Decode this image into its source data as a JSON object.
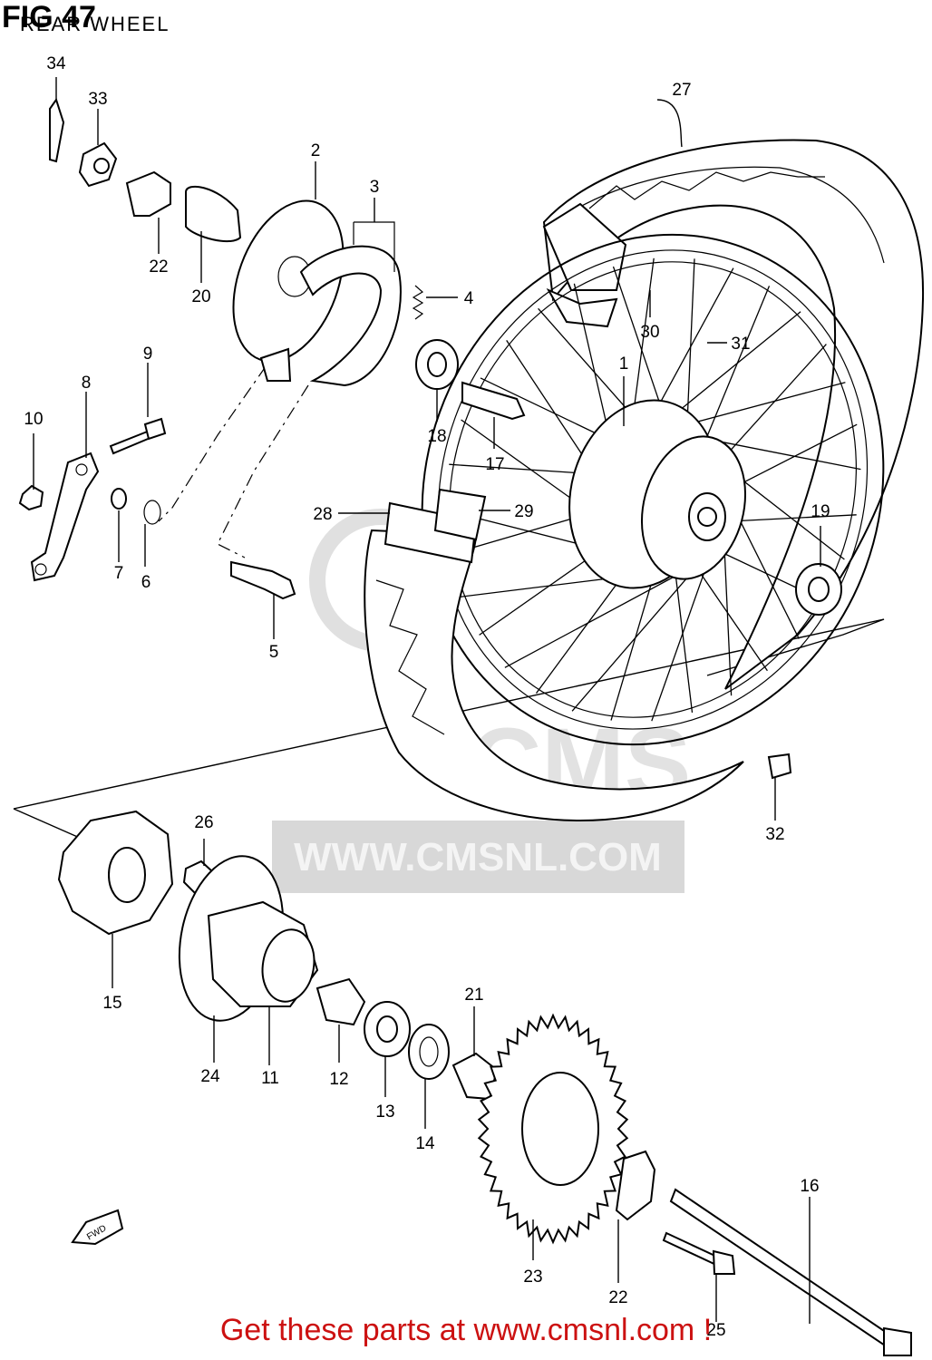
{
  "figure": {
    "title": "FIG 47",
    "subtitle": "REAR WHEEL"
  },
  "watermark": {
    "text": "WWW.CMSNL.COM",
    "logo_letters": "CMS"
  },
  "fwd_badge": "FWD",
  "footer": {
    "text": "Get these parts at www.cmsnl.com !",
    "color": "#cc1111"
  },
  "labels": {
    "p1": "1",
    "p2": "2",
    "p3": "3",
    "p4": "4",
    "p5": "5",
    "p6": "6",
    "p7": "7",
    "p8": "8",
    "p9": "9",
    "p10": "10",
    "p11": "11",
    "p12": "12",
    "p13": "13",
    "p14": "14",
    "p15": "15",
    "p16": "16",
    "p17": "17",
    "p18": "18",
    "p19": "19",
    "p20": "20",
    "p21": "21",
    "p22a": "22",
    "p22b": "22",
    "p23": "23",
    "p24": "24",
    "p25": "25",
    "p26": "26",
    "p27": "27",
    "p28": "28",
    "p29": "29",
    "p30": "30",
    "p31": "31",
    "p32": "32",
    "p33": "33",
    "p34": "34"
  }
}
